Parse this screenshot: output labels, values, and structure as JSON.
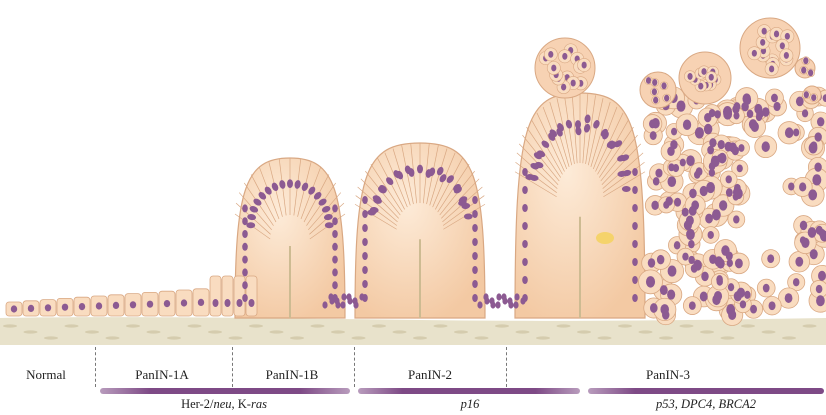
{
  "stages": [
    {
      "label": "Normal"
    },
    {
      "label": "PanIN-1A"
    },
    {
      "label": "PanIN-1B"
    },
    {
      "label": "PanIN-2"
    },
    {
      "label": "PanIN-3"
    }
  ],
  "genes": [
    {
      "text_a": "Her-2/",
      "text_b": "neu",
      "text_c": ", K-",
      "text_d": "ras"
    },
    {
      "text": "p16"
    },
    {
      "text": "p53, DPC4, BRCA2"
    }
  ],
  "colors": {
    "cell_fill": "#f9dcc0",
    "cell_edge": "#d9a883",
    "nucleus": "#8c5a92",
    "stroma": "#e8e2cb",
    "stroma_streak": "#cfc7a6",
    "bar": "#7e4a86"
  }
}
